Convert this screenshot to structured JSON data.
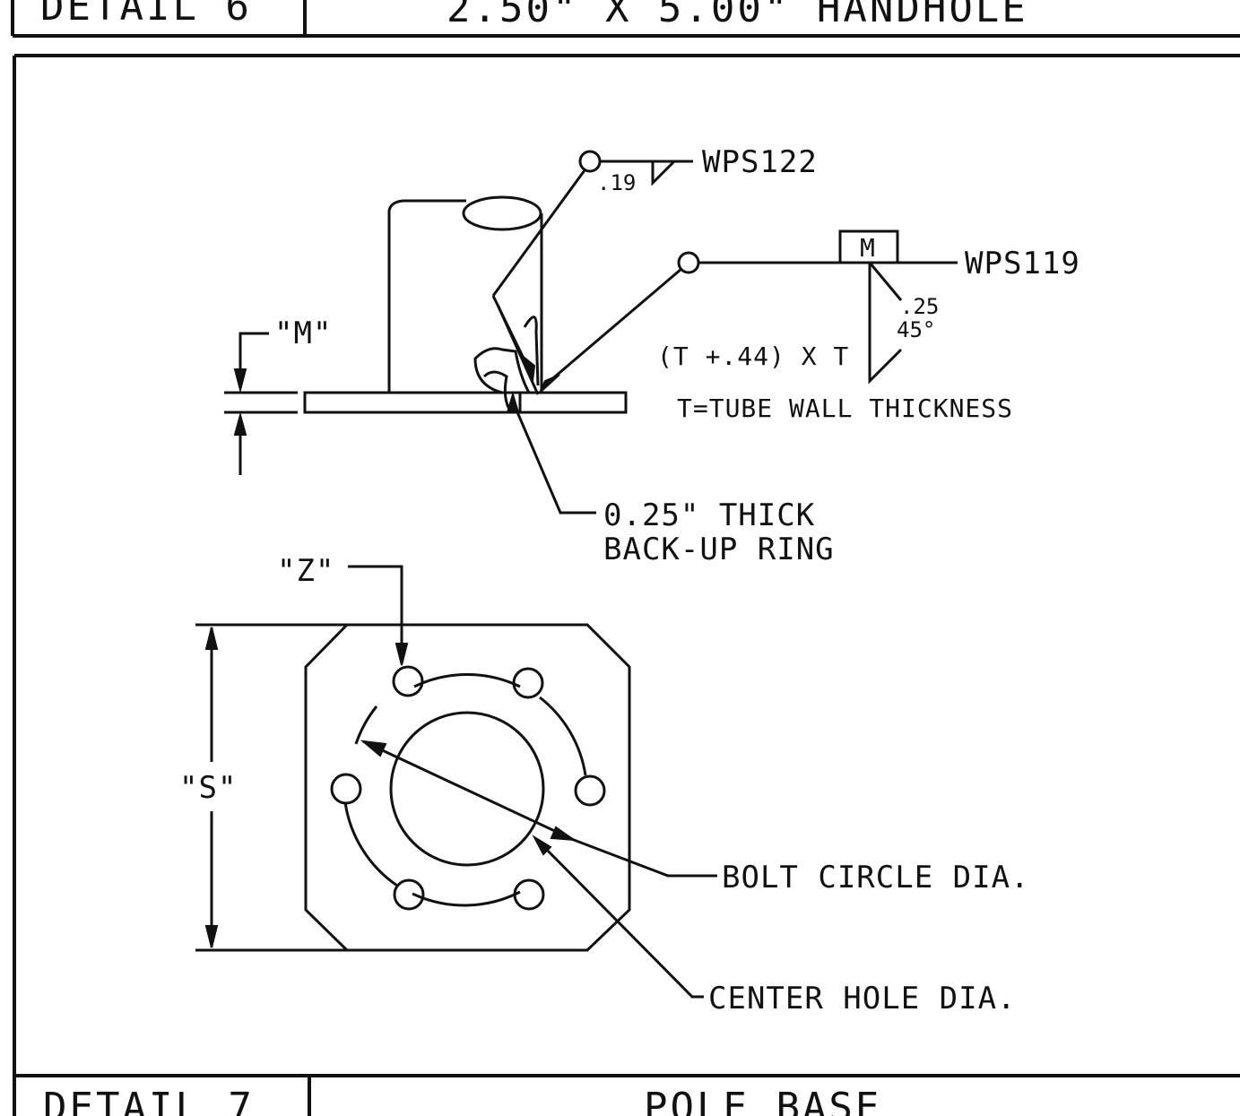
{
  "top_block": {
    "detail_label": "DETAIL 6",
    "title": "2.50\" X 5.00\" HANDHOLE"
  },
  "bottom_block": {
    "detail_label": "DETAIL 7",
    "title": "POLE BASE"
  },
  "weld_upper": {
    "size": ".19",
    "spec": "WPS122"
  },
  "weld_lower": {
    "symbol": "M",
    "spec": "WPS119",
    "size": ".25",
    "angle": "45°",
    "formula": "(T +.44) X T",
    "note": "T=TUBE WALL THICKNESS"
  },
  "dims": {
    "m": "\"M\"",
    "z": "\"Z\"",
    "s": "\"S\""
  },
  "backup_ring": {
    "line1": "0.25\" THICK",
    "line2": "BACK-UP RING"
  },
  "callouts": {
    "bolt_circle": "BOLT CIRCLE DIA.",
    "center_hole": "CENTER HOLE DIA."
  }
}
